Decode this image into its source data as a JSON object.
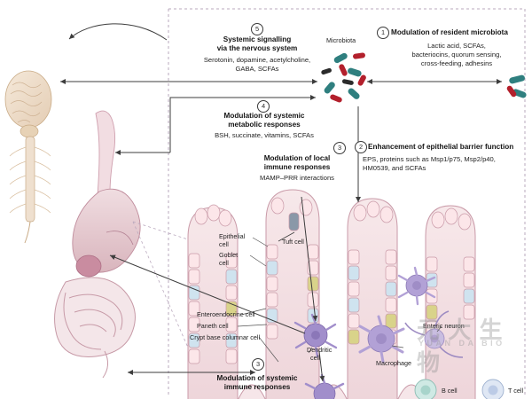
{
  "figure": {
    "watermark_main": "元 大 生 物",
    "watermark_sub": "YUAN DA BIO",
    "dashed_border_color": "#b9a8bd",
    "arrow_color": "#3d3d3d"
  },
  "callouts": [
    {
      "number": "1",
      "title": "Modulation of resident microbiota",
      "detail": "Lactic acid, SCFAs,\nbacteriocins, quorum sensing,\ncross-feeding, adhesins"
    },
    {
      "number": "2",
      "title": "Enhancement of epithelial barrier function",
      "detail": "EPS, proteins such as Msp1/p75, Msp2/p40,\nHM0539, and SCFAs"
    },
    {
      "number": "3",
      "title": "Modulation of local\nimmune responses",
      "detail": "MAMP–PRR interactions"
    },
    {
      "number": "4",
      "title": "Modulation of systemic\nmetabolic responses",
      "detail": "BSH, succinate, vitamins, SCFAs"
    },
    {
      "number": "5",
      "title": "Systemic signalling\nvia the nervous system",
      "detail": "Serotonin, dopamine, acetylcholine,\nGABA, SCFAs"
    },
    {
      "number": "3",
      "title": "Modulation of systemic\nimmune responses",
      "detail": ""
    }
  ],
  "callout_1": {
    "number": "1",
    "title": "Modulation of resident microbiota",
    "line1": "Lactic acid, SCFAs,",
    "line2": "bacteriocins, quorum sensing,",
    "line3": "cross-feeding, adhesins"
  },
  "callout_2": {
    "number": "2",
    "title": "Enhancement of epithelial barrier function",
    "line1": "EPS, proteins such as Msp1/p75, Msp2/p40,",
    "line2": "HM0539, and SCFAs"
  },
  "callout_3": {
    "number": "3",
    "title_line1": "Modulation of local",
    "title_line2": "immune responses",
    "line1": "MAMP–PRR interactions"
  },
  "callout_4": {
    "number": "4",
    "title_line1": "Modulation of systemic",
    "title_line2": "metabolic responses",
    "line1": "BSH, succinate, vitamins, SCFAs"
  },
  "callout_5": {
    "number": "5",
    "title_line1": "Systemic signalling",
    "title_line2": "via the nervous system",
    "line1": "Serotonin, dopamine, acetylcholine,",
    "line2": "GABA, SCFAs"
  },
  "callout_6": {
    "number": "3",
    "title_line1": "Modulation of systemic",
    "title_line2": "immune responses"
  },
  "labels": {
    "microbiota": "Microbiota",
    "epithelial_cell_line1": "Epithelial",
    "epithelial_cell_line2": "cell",
    "goblet_cell_line1": "Goblet",
    "goblet_cell_line2": "cell",
    "tuft_cell": "Tuft cell",
    "enteroendocrine_cell": "Enteroendocrine cell",
    "paneth_cell": "Paneth cell",
    "crypt_base_columnar_cell": "Crypt base columnar cell",
    "dendritic_cell_line1": "Dendritic",
    "dendritic_cell_line2": "cell",
    "macrophage": "Macrophage",
    "enteric_neuron": "Enteric neuron",
    "b_cell": "B cell",
    "t_cell": "T cell"
  },
  "colors": {
    "villus_outline": "#c99aa8",
    "villus_fill": "#f3dfe3",
    "epithelial_fill": "#fbe3e6",
    "goblet_fill": "#cfe3ef",
    "tuft_fill": "#8a98a8",
    "enteroendocrine_fill": "#d9d38a",
    "paneth_fill": "#c9a8d4",
    "immune_purple": "#9b86c4",
    "brain_fill": "#efe0cf",
    "gut_fill": "#ead6da",
    "bacteria_red": "#b3202c",
    "bacteria_teal": "#2f7f7f",
    "bacteria_dark": "#2b2b2b"
  }
}
